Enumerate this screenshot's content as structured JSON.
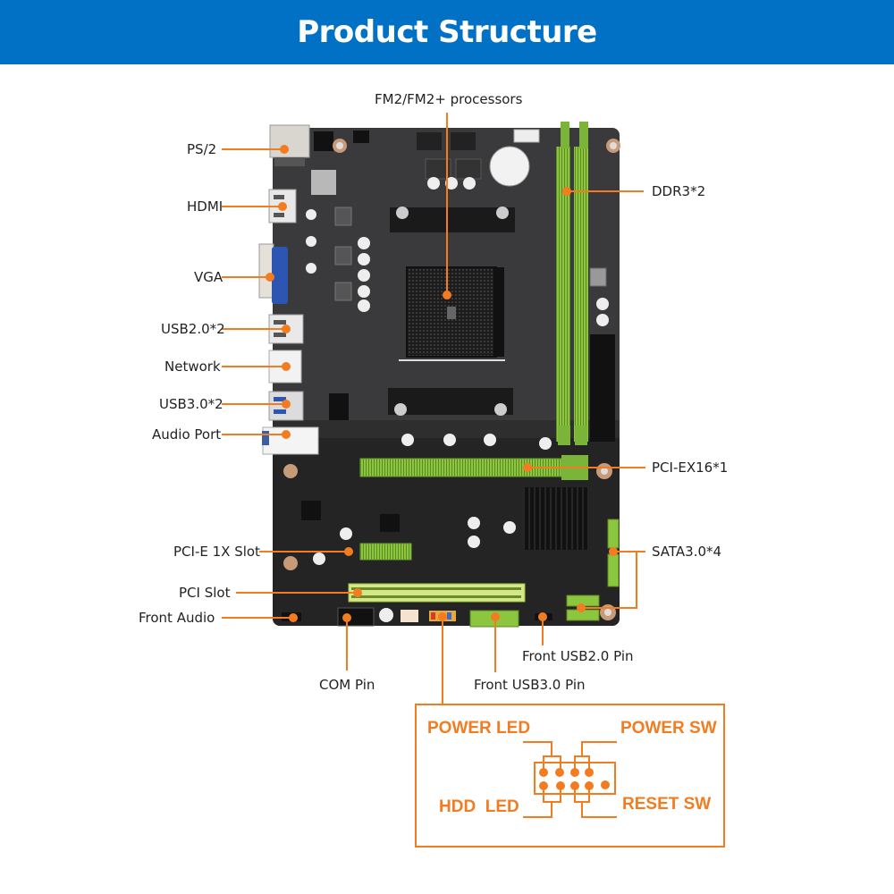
{
  "header": {
    "title": "Product Structure"
  },
  "colors": {
    "header_bg": "#0071c5",
    "accent": "#f47c20",
    "board": "#2b2b2b",
    "slot_green": "#8cc63f"
  },
  "labels": {
    "cpu": "FM2/FM2+ processors",
    "ps2": "PS/2",
    "hdmi": "HDMI",
    "vga": "VGA",
    "usb2": "USB2.0*2",
    "network": "Network",
    "usb3": "USB3.0*2",
    "audio_port": "Audio Port",
    "ddr3": "DDR3*2",
    "pciex16": "PCI-EX16*1",
    "pcie1x": "PCI-E 1X Slot",
    "pci": "PCI Slot",
    "front_audio": "Front Audio",
    "sata": "SATA3.0*4",
    "com_pin": "COM Pin",
    "front_usb2": "Front USB2.0 Pin",
    "front_usb3": "Front USB3.0 Pin"
  },
  "front_panel": {
    "power_led": "POWER LED",
    "power_sw": "POWER SW",
    "hdd_led": "HDD  LED",
    "reset_sw": "RESET SW"
  }
}
